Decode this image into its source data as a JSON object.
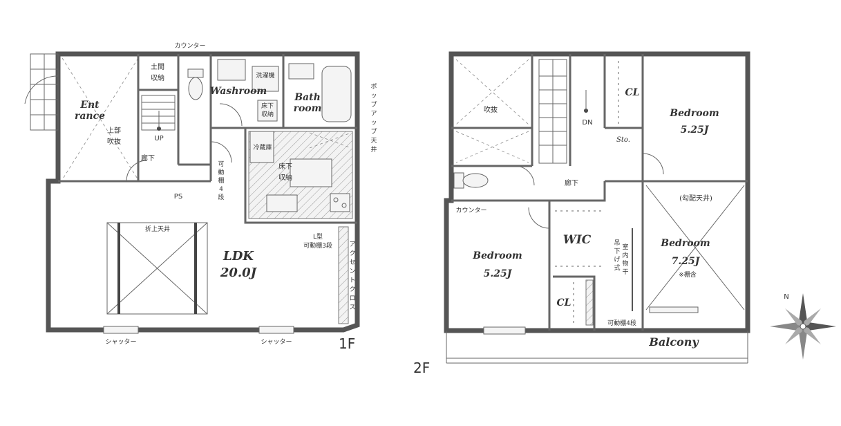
{
  "floor1": {
    "tag": "1F",
    "entrance": [
      "Ent",
      "rance"
    ],
    "storage_doma": [
      "土間",
      "収納"
    ],
    "counter": "カウンター",
    "washroom": "Washroom",
    "washer": "洗濯機",
    "underfloor": [
      "床下",
      "収納"
    ],
    "bath": [
      "Bath",
      "room"
    ],
    "upper_void": [
      "上部",
      "吹抜"
    ],
    "up": "UP",
    "hallway": "廊下",
    "adjustable_shelf_4": [
      "可",
      "動",
      "棚",
      "4",
      "段"
    ],
    "ps": "PS",
    "fridge": "冷蔵庫",
    "underfloor_kitchen": [
      "床下",
      "収納"
    ],
    "popup_ceiling": [
      "ポ",
      "ッ",
      "プ",
      "ア",
      "ッ",
      "プ",
      "天",
      "井"
    ],
    "l_shelf": [
      "L型",
      "可動棚3段"
    ],
    "folded_ceiling": "折上天井",
    "ldk": "LDK",
    "ldk_size": "20.0J",
    "accent_cloth": [
      "ア",
      "ク",
      "セ",
      "ン",
      "ト",
      "ク",
      "ロ",
      "ス"
    ],
    "shutter_left": "シャッター",
    "shutter_right": "シャッター"
  },
  "floor2": {
    "tag": "2F",
    "void": "吹抜",
    "dn": "DN",
    "cl_top": "CL",
    "bedroom_top": "Bedroom",
    "bedroom_top_size": "5.25J",
    "sto": "Sto.",
    "hallway": "廊下",
    "counter": "カウンター",
    "sloped_ceiling": "(勾配天井)",
    "wic": "WIC",
    "indoor_drying": [
      "室",
      "内",
      "物",
      "干"
    ],
    "hanging": [
      "吊",
      "下",
      "げ",
      "式"
    ],
    "bedroom_left": "Bedroom",
    "bedroom_left_size": "5.25J",
    "bedroom_right": "Bedroom",
    "bedroom_right_size": "7.25J",
    "loft_note": "※棚含",
    "cl_bottom": "CL",
    "adjustable_shelf_4": "可動棚4段",
    "balcony": "Balcony"
  },
  "compass": {
    "label": "N"
  }
}
